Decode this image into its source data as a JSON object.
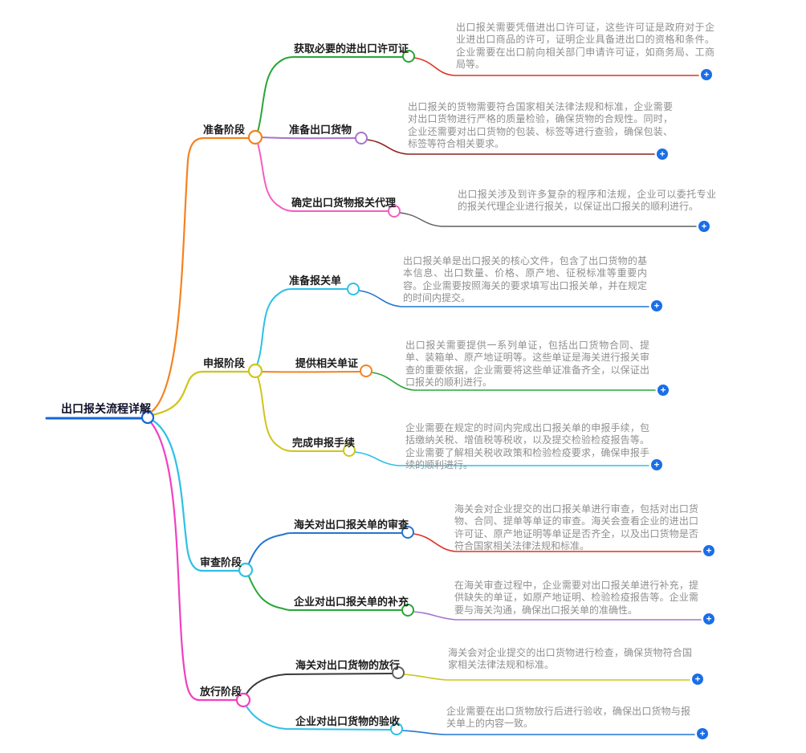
{
  "palette": {
    "root_blue": "#1565d8",
    "orange": "#f5821f",
    "yellow": "#cfc51a",
    "cyan": "#2ec0e8",
    "magenta": "#f041c0",
    "green": "#27a737",
    "purple": "#a873cc",
    "blue": "#2176d2",
    "red": "#e03024",
    "dark_red": "#8e241a",
    "gray": "#5f5f5f",
    "dark": "#3a3a3a",
    "plus_blue": "#1a6ee8",
    "desc_text_gray": "#8f8f8f",
    "label_text_dark": "#1b1b1b"
  },
  "icons": {
    "plus": "+"
  },
  "map": {
    "root": {
      "label": "出口报关流程详解"
    },
    "branches": [
      {
        "label": "准备阶段",
        "children": [
          {
            "label": "获取必要的进出口许可证",
            "desc": "出口报关需要凭借进出口许可证，这些许可证是政府对于企业进出口商品的许可，证明企业具备进出口的资格和条件。企业需要在出口前向相关部门申请许可证，如商务局、工商局等。"
          },
          {
            "label": "准备出口货物",
            "desc": "出口报关的货物需要符合国家相关法律法规和标准，企业需要对出口货物进行严格的质量检验，确保货物的合规性。同时，企业还需要对出口货物的包装、标签等进行查验，确保包装、标签等符合相关要求。"
          },
          {
            "label": "确定出口货物报关代理",
            "desc": "出口报关涉及到许多复杂的程序和法规，企业可以委托专业的报关代理企业进行报关，以保证出口报关的顺利进行。"
          }
        ]
      },
      {
        "label": "申报阶段",
        "children": [
          {
            "label": "准备报关单",
            "desc": "出口报关单是出口报关的核心文件，包含了出口货物的基本信息、出口数量、价格、原产地、征税标准等重要内容。企业需要按照海关的要求填写出口报关单，并在规定的时间内提交。"
          },
          {
            "label": "提供相关单证",
            "desc": "出口报关需要提供一系列单证，包括出口货物合同、提单、装箱单、原产地证明等。这些单证是海关进行报关审查的重要依据，企业需要将这些单证准备齐全，以保证出口报关的顺利进行。"
          },
          {
            "label": "完成申报手续",
            "desc": "企业需要在规定的时间内完成出口报关单的申报手续，包括缴纳关税、增值税等税收，以及提交检验检疫报告等。企业需要了解相关税收政策和检验检疫要求，确保申报手续的顺利进行。"
          }
        ]
      },
      {
        "label": "审查阶段",
        "children": [
          {
            "label": "海关对出口报关单的审查",
            "desc": "海关会对企业提交的出口报关单进行审查，包括对出口货物、合同、提单等单证的审查。海关会查看企业的进出口许可证、原产地证明等单证是否齐全，以及出口货物是否符合国家相关法律法规和标准。"
          },
          {
            "label": "企业对出口报关单的补充",
            "desc": "在海关审查过程中，企业需要对出口报关单进行补充，提供缺失的单证，如原产地证明、检验检疫报告等。企业需要与海关沟通，确保出口报关单的准确性。"
          }
        ]
      },
      {
        "label": "放行阶段",
        "children": [
          {
            "label": "海关对出口货物的放行",
            "desc": "海关会对企业提交的出口货物进行检查，确保货物符合国家相关法律法规和标准。"
          },
          {
            "label": "企业对出口货物的验收",
            "desc": "企业需要在出口货物放行后进行验收，确保出口货物与报关单上的内容一致。"
          }
        ]
      }
    ]
  }
}
